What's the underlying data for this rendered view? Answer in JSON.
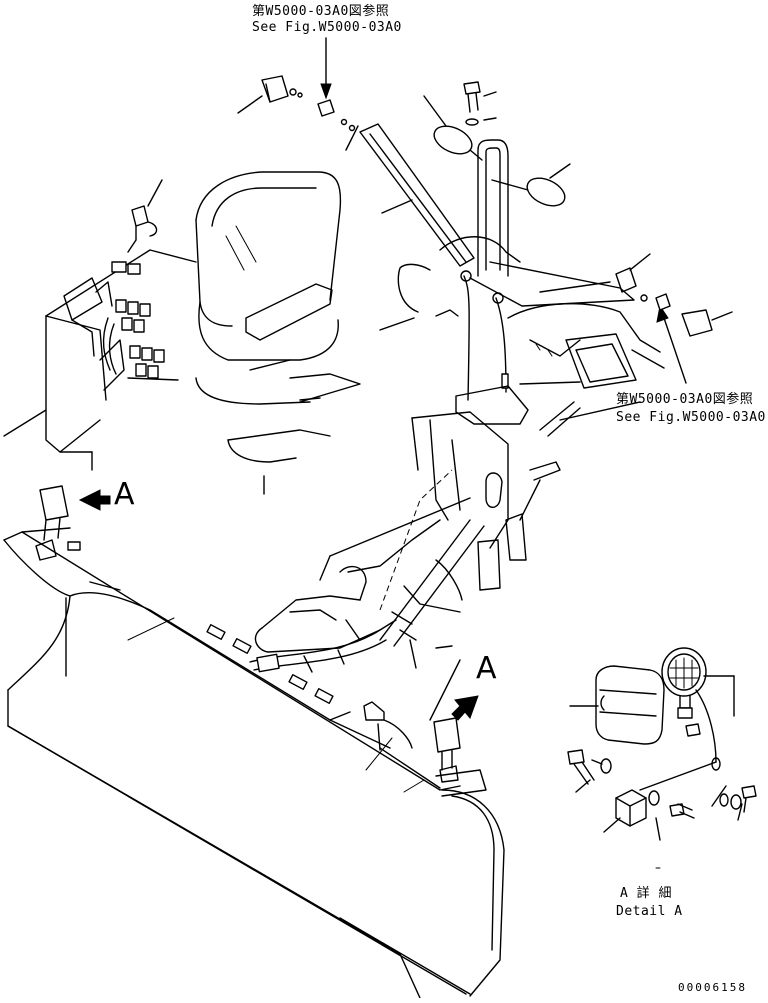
{
  "refs": {
    "top_jp": "第W5000-03A0図参照",
    "top_en": "See Fig.W5000-03A0",
    "right_jp": "第W5000-03A0図参照",
    "right_en": "See Fig.W5000-03A0"
  },
  "view_markers": {
    "left": "A",
    "center": "A"
  },
  "detail": {
    "jp": "A 詳 細",
    "en": "Detail A"
  },
  "drawing_number": "00006158"
}
